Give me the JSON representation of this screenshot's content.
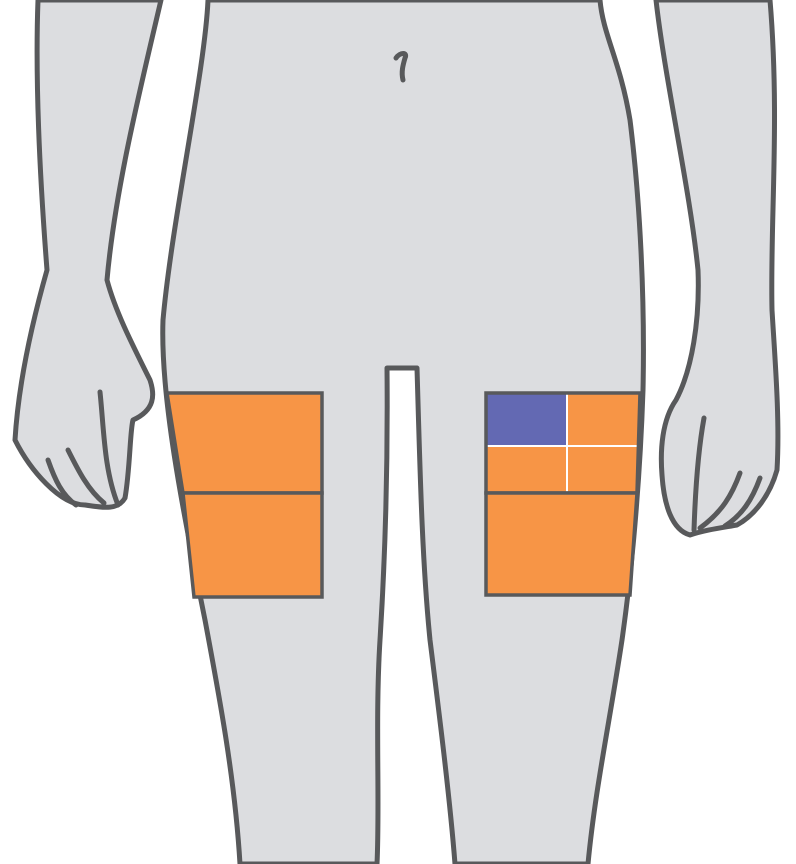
{
  "colors": {
    "body_fill": "#dcdde0",
    "outline": "#58595b",
    "zone_available": "#f79546",
    "zone_selected": "#6369b3",
    "divider": "#ffffff",
    "background": "#ffffff"
  },
  "legend_semantics": {
    "right_thigh_upper_quadrants": [
      "selected",
      "available",
      "available",
      "available"
    ],
    "right_thigh_lower": "available",
    "left_thigh_upper": "available",
    "left_thigh_lower": "available"
  }
}
